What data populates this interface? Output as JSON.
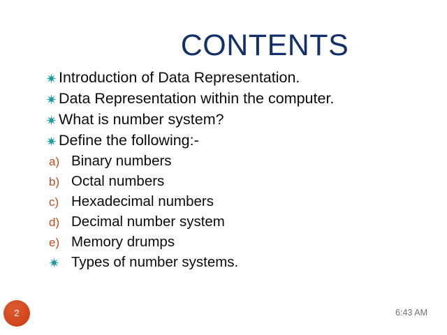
{
  "slide": {
    "title": "CONTENTS",
    "title_color": "#14306b",
    "background_color": "#ffffff",
    "bullet_color": "#1b9aa0",
    "marker_color": "#c4491f",
    "text_color": "#0a0a0a",
    "badge_color": "#d2461d"
  },
  "items": [
    {
      "level": 1,
      "marker": "starburst-bullet-icon",
      "text": "Introduction of Data Representation."
    },
    {
      "level": 1,
      "marker": "starburst-bullet-icon",
      "text": "Data Representation within the computer."
    },
    {
      "level": 1,
      "marker": "starburst-bullet-icon",
      "text": "What is number system?"
    },
    {
      "level": 1,
      "marker": "starburst-bullet-icon",
      "text": "Define the following:-"
    },
    {
      "level": 2,
      "marker": "a)",
      "text": "Binary numbers"
    },
    {
      "level": 2,
      "marker": "b)",
      "text": "Octal numbers"
    },
    {
      "level": 2,
      "marker": "c)",
      "text": "Hexadecimal numbers"
    },
    {
      "level": 2,
      "marker": "d)",
      "text": "Decimal number system"
    },
    {
      "level": 2,
      "marker": "e)",
      "text": "Memory drumps"
    },
    {
      "level": 2,
      "marker": "starburst-bullet-icon",
      "text": "Types of number systems."
    }
  ],
  "footer": {
    "page_number": "2",
    "time": "6:43 AM"
  }
}
